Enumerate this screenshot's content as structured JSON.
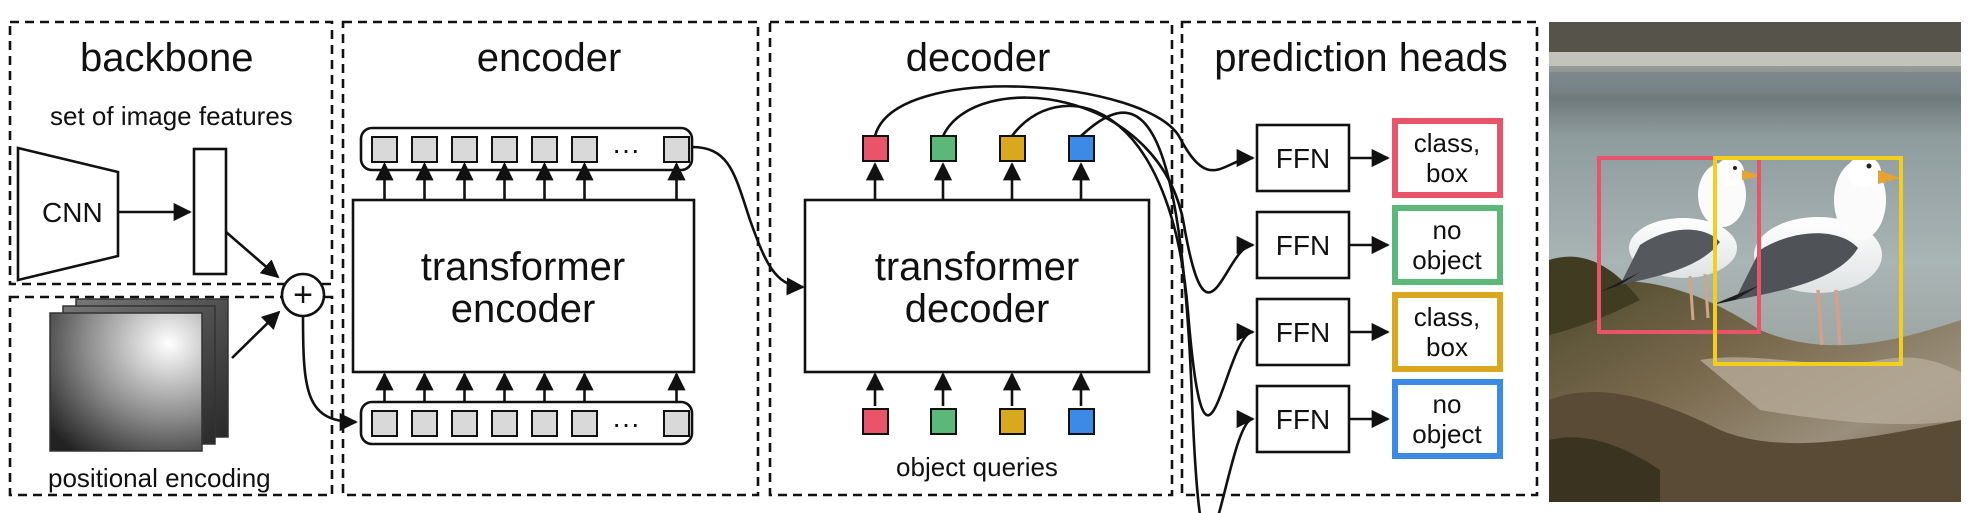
{
  "sections": {
    "backbone": "backbone",
    "encoder": "encoder",
    "decoder": "decoder",
    "heads": "prediction heads"
  },
  "labels": {
    "image_features": "set of image features",
    "cnn": "CNN",
    "positional_encoding": "positional encoding",
    "plus": "+",
    "ellipsis": "···",
    "transformer_encoder": [
      "transformer",
      "encoder"
    ],
    "transformer_decoder": [
      "transformer",
      "decoder"
    ],
    "object_queries": "object queries",
    "ffn": "FFN"
  },
  "queries": [
    {
      "color": "#e8556a"
    },
    {
      "color": "#5cb878"
    },
    {
      "color": "#d9a81e"
    },
    {
      "color": "#3b8be6"
    }
  ],
  "predictions": [
    {
      "lines": [
        "class,",
        "box"
      ],
      "color": "#e8556a"
    },
    {
      "lines": [
        "no",
        "object"
      ],
      "color": "#5cb878"
    },
    {
      "lines": [
        "class,",
        "box"
      ],
      "color": "#d9a81e"
    },
    {
      "lines": [
        "no",
        "object"
      ],
      "color": "#3b8be6"
    }
  ],
  "photo": {
    "detection_colors": [
      "#e8556a",
      "#f2cf1c"
    ]
  }
}
